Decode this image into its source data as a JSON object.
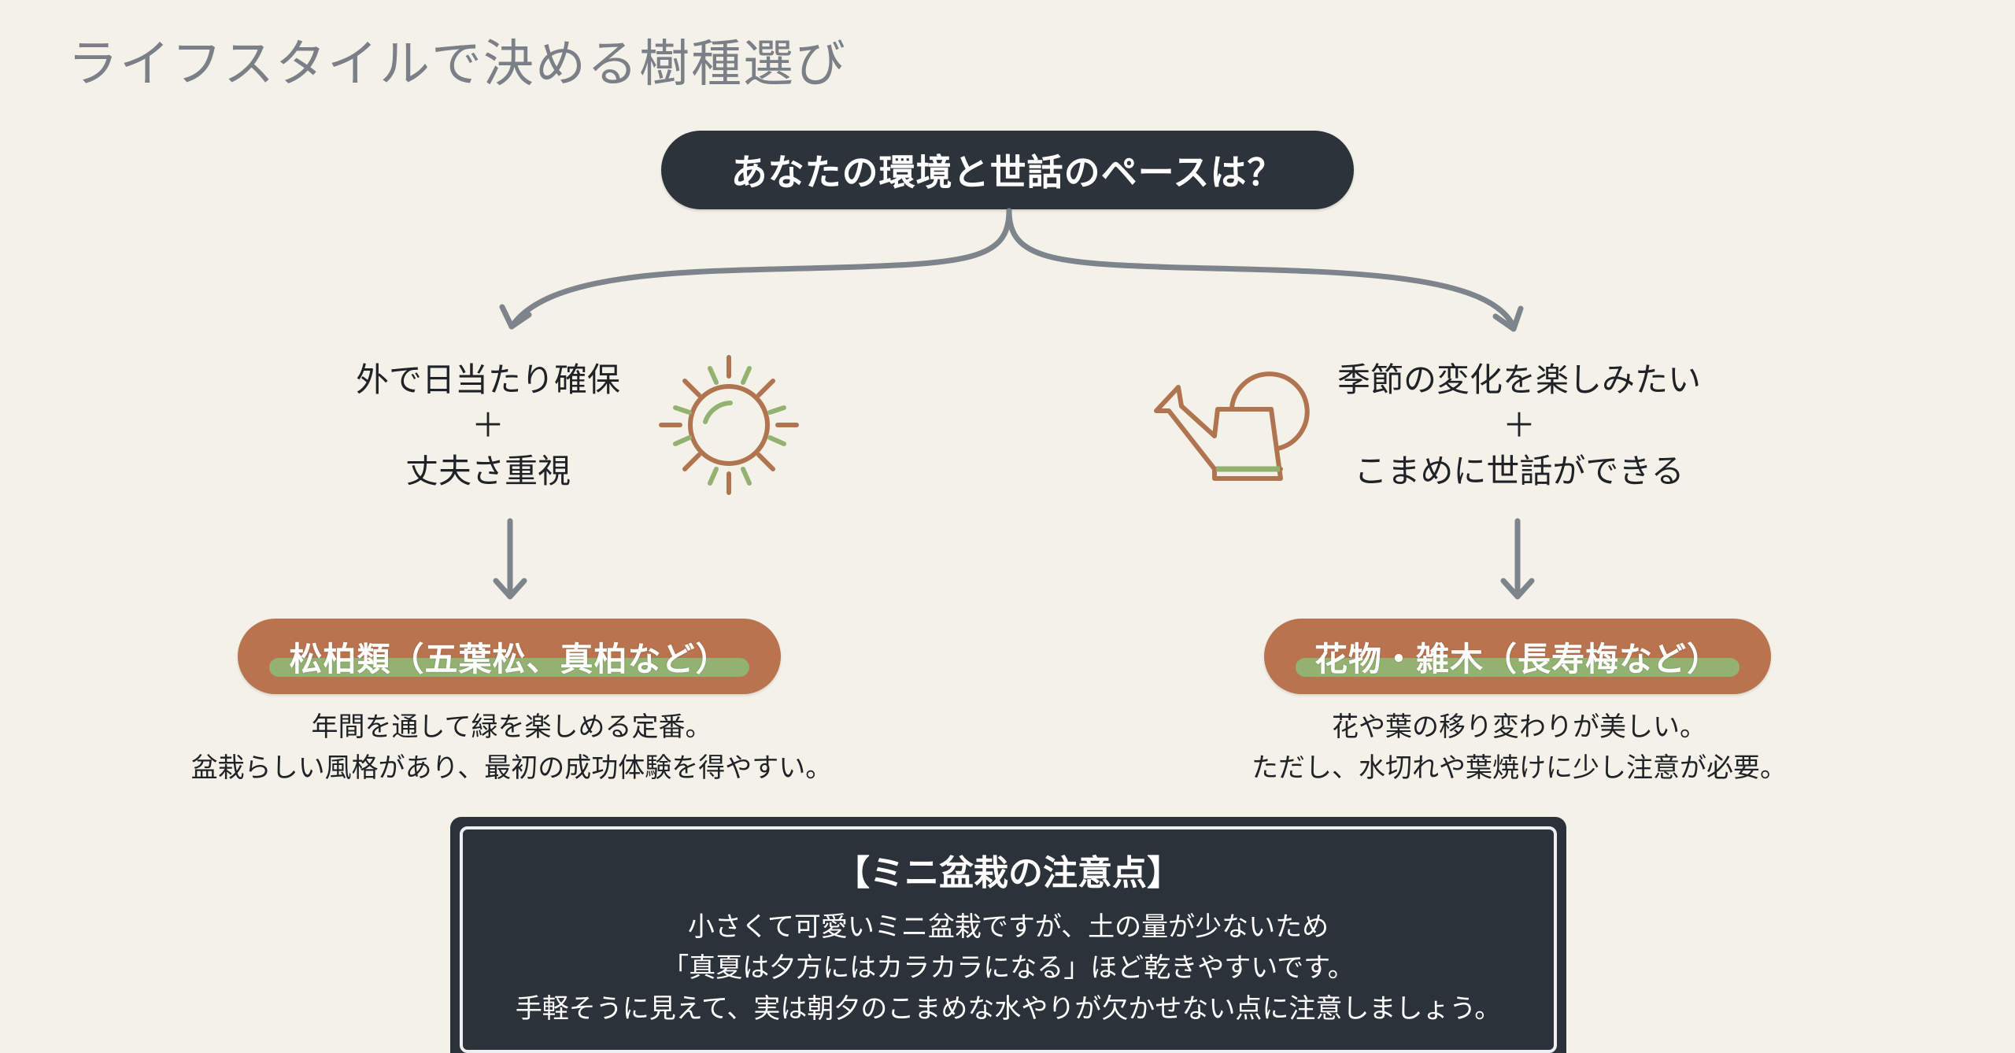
{
  "page": {
    "title": "ライフスタイルで決める樹種選び"
  },
  "colors": {
    "background": "#f4f2e8",
    "dark": "#2c333b",
    "brown": "#b9744f",
    "green": "#93b272",
    "connector": "#7d848c",
    "title": "#7b8088"
  },
  "question": {
    "label": "あなたの環境と世話のペースは？"
  },
  "branches": [
    {
      "condition_line1": "外で日当たり確保",
      "condition_plus": "＋",
      "condition_line2": "丈夫さ重視",
      "icon": "sun-icon",
      "result_label": "松柏類（五葉松、真柏など）",
      "description_line1": "年間を通して緑を楽しめる定番。",
      "description_line2": "盆栽らしい風格があり、最初の成功体験を得やすい。"
    },
    {
      "condition_line1": "季節の変化を楽しみたい",
      "condition_plus": "＋",
      "condition_line2": "こまめに世話ができる",
      "icon": "watering-can-icon",
      "result_label": "花物・雑木（長寿梅など）",
      "description_line1": "花や葉の移り変わりが美しい。",
      "description_line2": "ただし、水切れや葉焼けに少し注意が必要。"
    }
  ],
  "note": {
    "title": "【ミニ盆栽の注意点】",
    "lines": [
      "小さくて可愛いミニ盆栽ですが、土の量が少ないため",
      "「真夏は夕方にはカラカラになる」ほど乾きやすいです。",
      "手軽そうに見えて、実は朝夕のこまめな水やりが欠かせない点に注意しましょう。"
    ]
  }
}
